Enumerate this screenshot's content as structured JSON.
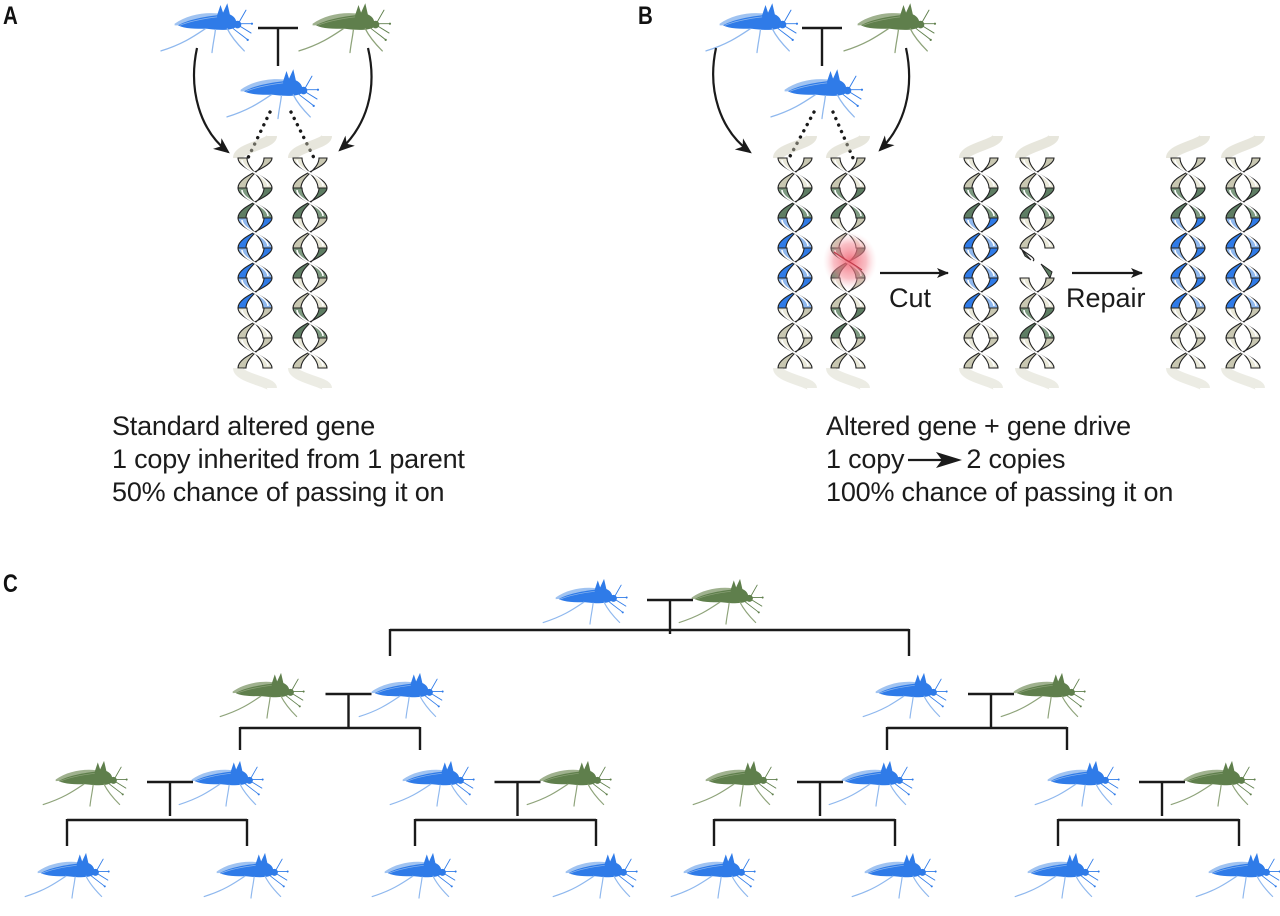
{
  "colors": {
    "altered": "#2f7be8",
    "altered_light": "#8fb8ee",
    "wild": "#5f7f4c",
    "wild_light": "#8ea37a",
    "cream": "#e9e8d8",
    "cream_dark": "#c9c8b2",
    "green_band": "#7d9a80",
    "green_band_dark": "#5e7d63",
    "cut_glow": "#f26b7a",
    "line": "#1a1a1a"
  },
  "panels": {
    "A": {
      "label": "A",
      "caption": [
        "Standard altered gene",
        "1 copy inherited from 1 parent",
        "50% chance of passing it on"
      ],
      "parents": [
        "altered",
        "wild"
      ],
      "offspring": "altered",
      "chromosomes": [
        [
          "cream",
          "green",
          "blue",
          "blue",
          "blue",
          "cream",
          "cream"
        ],
        [
          "cream",
          "green",
          "cream",
          "green",
          "cream",
          "green",
          "cream"
        ]
      ]
    },
    "B": {
      "label": "B",
      "caption": [
        "Altered gene + gene drive",
        "1 copy→ 2 copies",
        "100% chance of passing it on"
      ],
      "caption_line2_parts": [
        "1 copy",
        "2 copies"
      ],
      "parents": [
        "altered",
        "wild"
      ],
      "offspring": "altered",
      "steps": [
        {
          "name": "initial",
          "chromosomes": [
            [
              "cream",
              "green",
              "blue",
              "blue",
              "blue",
              "cream",
              "cream"
            ],
            [
              "cream",
              "green",
              "cream",
              "green",
              "cream",
              "green",
              "cream"
            ]
          ],
          "cut_site_on": 1
        },
        {
          "name": "cut",
          "arrow_label": "Cut",
          "chromosomes": [
            [
              "cream",
              "green",
              "blue",
              "blue",
              "blue",
              "cream",
              "cream"
            ],
            [
              "cream",
              "green",
              "cream",
              "gap",
              "cream",
              "green",
              "cream"
            ]
          ]
        },
        {
          "name": "repair",
          "arrow_label": "Repair",
          "chromosomes": [
            [
              "cream",
              "green",
              "blue",
              "blue",
              "blue",
              "cream",
              "cream"
            ],
            [
              "cream",
              "green",
              "blue",
              "blue",
              "blue",
              "cream",
              "cream"
            ]
          ]
        }
      ]
    },
    "C": {
      "label": "C",
      "generations": [
        {
          "crosses": [
            [
              "altered",
              "wild"
            ]
          ]
        },
        {
          "crosses": [
            [
              "wild",
              "altered"
            ],
            [
              "altered",
              "wild"
            ]
          ]
        },
        {
          "crosses": [
            [
              "wild",
              "altered"
            ],
            [
              "altered",
              "wild"
            ],
            [
              "wild",
              "altered"
            ],
            [
              "altered",
              "wild"
            ]
          ]
        },
        {
          "offspring": [
            "altered",
            "altered",
            "altered",
            "altered",
            "altered",
            "altered",
            "altered",
            "altered"
          ]
        }
      ]
    }
  }
}
